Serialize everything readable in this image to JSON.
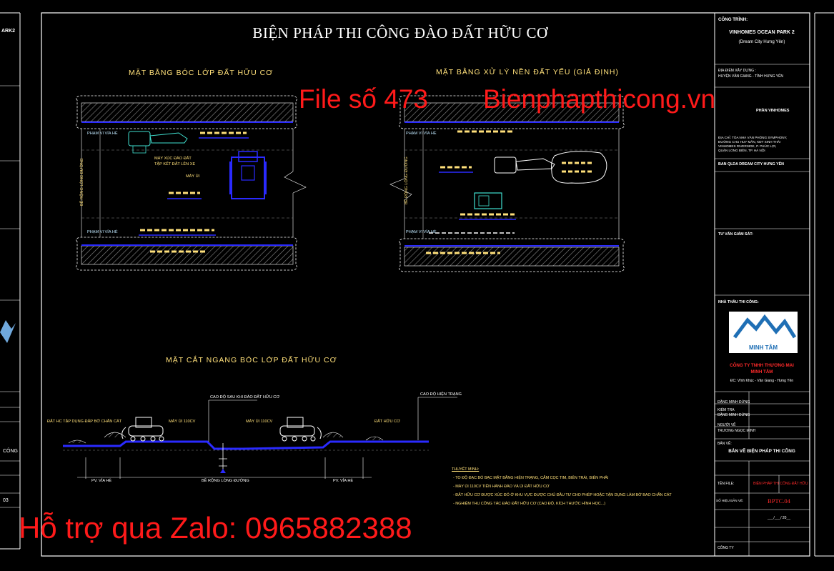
{
  "drawing": {
    "title": "BIỆN PHÁP THI CÔNG ĐÀO ĐẤT HỮU CƠ",
    "plan_left_title": "MẶT BẰNG BÓC LỚP ĐẤT HỮU CƠ",
    "plan_right_title": "MẶT BẰNG XỬ LÝ NỀN ĐẤT YẾU (GIẢ ĐỊNH)",
    "section_title": "MẶT CẮT NGANG BÓC LỚP ĐẤT HỮU CƠ"
  },
  "watermark": {
    "file_no": "File số 473",
    "site": "Bienphapthicong.vn",
    "zalo": "Hỗ trợ qua Zalo: 0965882388"
  },
  "left_strip": {
    "project": "ARK2",
    "bottom_code": "03",
    "cong": "CÔNG"
  },
  "plan_left": {
    "vanh_top": "PHẠM VI VỈA HÈ",
    "vanh_bottom": "PHẠM VI VỈA HÈ",
    "excavator_note1": "MÁY XÚC ĐÀO ĐẤT",
    "excavator_note2": "TẬP KẾT ĐẤT LÊN XE",
    "bulldozer_note": "MÁY ỦI",
    "vertical_note": "BỀ RỘNG LÒNG ĐƯỜNG"
  },
  "plan_right": {
    "vanh_top": "PHẠM VI VỈA HÈ",
    "vanh_bottom": "PHẠM VI VỈA HÈ",
    "vertical_note": "BỀ RỘNG LÒNG ĐƯỜNG"
  },
  "section": {
    "cao_do_sau": "CAO ĐỘ SAU KHI ĐÀO ĐẤT HỮU CƠ",
    "cao_do_hien_trang": "CAO ĐỘ HIỆN TRẠNG",
    "dat_tap_dung": "ĐẤT HC TẬP DỤNG ĐẮP BỜ CHẮN CÁT",
    "may_ui_1": "MÁY ỦI 110CV",
    "may_ui_2": "MÁY ỦI 110CV",
    "dat_huu_co": "ĐẤT HỮU CƠ",
    "pv_left": "PV. VỈA HÈ",
    "pv_right": "PV. VỈA HÈ",
    "be_rong": "BỀ RỘNG LÒNG ĐƯỜNG"
  },
  "notes": {
    "heading": "THUYẾT MINH:",
    "lines": [
      "- TO ĐỘ ĐẠC BÓ BẠC MẶT BẰNG HIỆN TRẠNG, CẮM CỌC TIM, BIÊN TRÁI, BIÊN PHẢI",
      "- MÁY ỦI 110CV TIẾN HÀNH ĐÀO VÀ ỦI ĐẤT HỮU CƠ",
      "- ĐẤT HỮU CƠ ĐƯỢC XÚC ĐỔ Ở KHU VỰC ĐƯỢC CHỦ ĐẦU TƯ CHO PHÉP HOẶC TẬN DỤNG LÀM BỜ BAO CHẮN CÁT",
      "- NGHIỆM THU CÔNG TÁC ĐÀO ĐẤT HỮU CƠ (CAO ĐỘ, KÍCH THƯỚC HÌNH HỌC...)"
    ]
  },
  "title_block": {
    "cong_trinh_label": "CÔNG TRÌNH:",
    "project_name": "VINHOMES OCEAN PARK 2",
    "project_sub": "(Dream City Hưng Yên)",
    "dia_diem_label": "ĐỊA ĐIỂM XÂY DỰNG :",
    "dia_diem": "HUYỆN VĂN GIANG - TỈNH HƯNG YÊN",
    "chu_dau_tu": "PHẦN VINHOMES",
    "address1": "ĐỊA CHỈ: TÒA NHÀ VĂN PHÒNG SYMPHONY,",
    "address2": "ĐƯỜNG CHU HUY MÂN, KĐT SINH THÁI",
    "address3": "VINHOMES RIVERSIDE, P. PHÚC LỢI,",
    "address4": "QUẬN LONG BIÊN, TP. HÀ NỘI",
    "ban_qlda": "BAN QLDA DREAM CITY HƯNG YÊN",
    "tv_label": "TƯ VẤN GIÁM SÁT:",
    "nha_thau_label": "NHÀ THẦU THI CÔNG:",
    "logo_text": "MINH TÂM",
    "company1": "CÔNG TY TNHH THƯƠNG MẠI",
    "company2": "MINH TÂM",
    "company_addr": "ĐC: Vĩnh Khúc - Văn Giang - Hưng Yên",
    "role1": "ĐẶNG MINH ĐỨNG",
    "role2_label": "KIỂM TRA",
    "role2": "ĐẶNG MINH ĐỨNG",
    "role3_label": "NGƯỜI VẼ",
    "role3": "TRƯƠNG NGỌC MINH",
    "ban_ve_label": "BẢN VẼ:",
    "ban_ve": "BẢN VẼ BIỆN PHÁP THI CÔNG",
    "ten_file_label": "TÊN FILE:",
    "ten_file": "BIỆN PHÁP THI CÔNG ĐẤT HỮU",
    "so_hieu_label": "SỐ HIỆU BẢN VẼ:",
    "so_hieu": "BPTC.04",
    "ngay": "___/___/ 20__",
    "cong_ty": "CÔNG TY"
  },
  "colors": {
    "background": "#000000",
    "cad_yellow": "#ffe07a",
    "cad_cyan": "#40e0d0",
    "cad_blue": "#2a2aff",
    "cad_red": "#ff1a1a",
    "frame_white": "#ffffff"
  }
}
